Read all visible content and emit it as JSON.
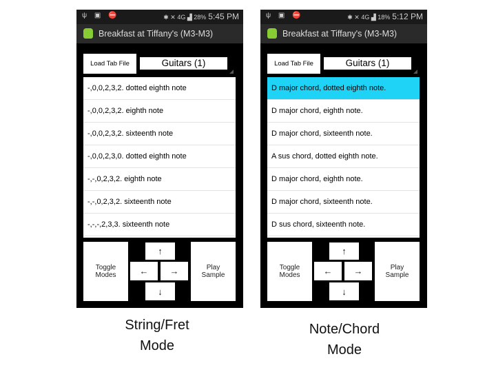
{
  "phones": [
    {
      "status": {
        "left_icons": "ψ ▣ ⛔",
        "right_icons": "✱ ✕ 4G ▟ 28%",
        "time": "5:45 PM"
      },
      "title": "Breakfast at Tiffany's (M3-M3)",
      "load_button": "Load Tab File",
      "spinner_value": "Guitars (1)",
      "items": [
        "-,0,0,2,3,2. dotted eighth note",
        "-,0,0,2,3,2. eighth note",
        "-,0,0,2,3,2. sixteenth note",
        "-,0,0,2,3,0. dotted eighth note",
        "-,-,0,2,3,2. eighth note",
        "-,-,0,2,3,2. sixteenth note",
        "-,-,-,2,3,3. sixteenth note"
      ],
      "selected_index": -1,
      "toggle": "Toggle Modes",
      "play": "Play Sample",
      "up": "↑",
      "left": "←",
      "right": "→",
      "down": "↓",
      "caption_1": "String/Fret",
      "caption_2": "Mode"
    },
    {
      "status": {
        "left_icons": "ψ ▣ ⛔",
        "right_icons": "✱ ✕ 4G ▟ 18%",
        "time": "5:12 PM"
      },
      "title": "Breakfast at Tiffany's (M3-M3)",
      "load_button": "Load Tab File",
      "spinner_value": "Guitars (1)",
      "items": [
        "D major chord, dotted eighth note.",
        "D major chord, eighth note.",
        "D major chord, sixteenth note.",
        "A sus chord, dotted eighth note.",
        "D major chord, eighth note.",
        "D major chord, sixteenth note.",
        "D sus chord, sixteenth note."
      ],
      "selected_index": 0,
      "toggle": "Toggle Modes",
      "play": "Play Sample",
      "up": "↑",
      "left": "←",
      "right": "→",
      "down": "↓",
      "caption_1": "Note/Chord",
      "caption_2": "Mode"
    }
  ],
  "colors": {
    "selected": "#1fd3f7"
  }
}
